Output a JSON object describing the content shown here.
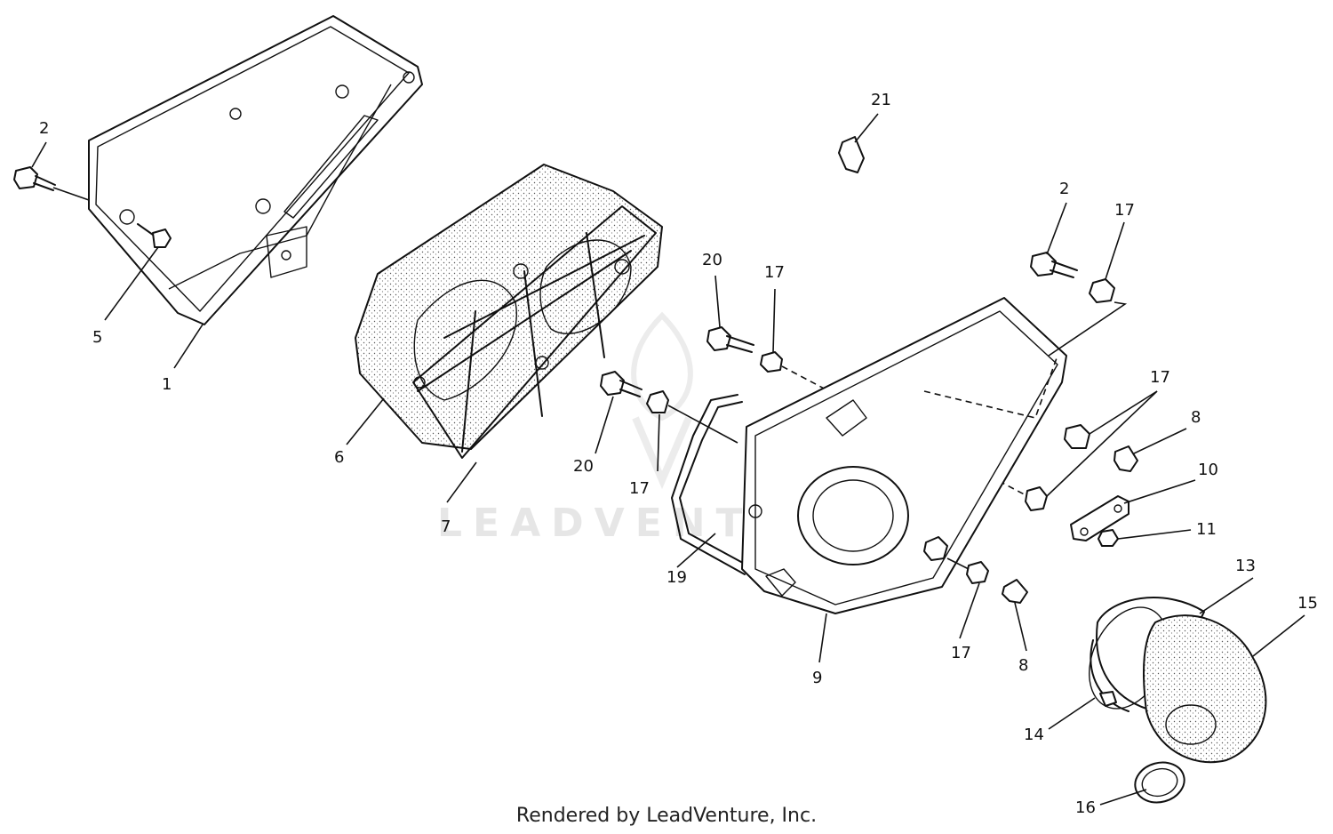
{
  "watermark": "LEADVENTURE",
  "footer": "Rendered by LeadVenture, Inc.",
  "callouts": {
    "c2a": "2",
    "c5": "5",
    "c1": "1",
    "c6": "6",
    "c7": "7",
    "c20a": "20",
    "c17a": "17",
    "c20b": "20",
    "c17b": "17",
    "c21": "21",
    "c2b": "2",
    "c17c": "17",
    "c17d": "17",
    "c8a": "8",
    "c10": "10",
    "c11": "11",
    "c19": "19",
    "c17e": "17",
    "c8b": "8",
    "c9": "9",
    "c13": "13",
    "c15": "15",
    "c14": "14",
    "c16": "16"
  }
}
